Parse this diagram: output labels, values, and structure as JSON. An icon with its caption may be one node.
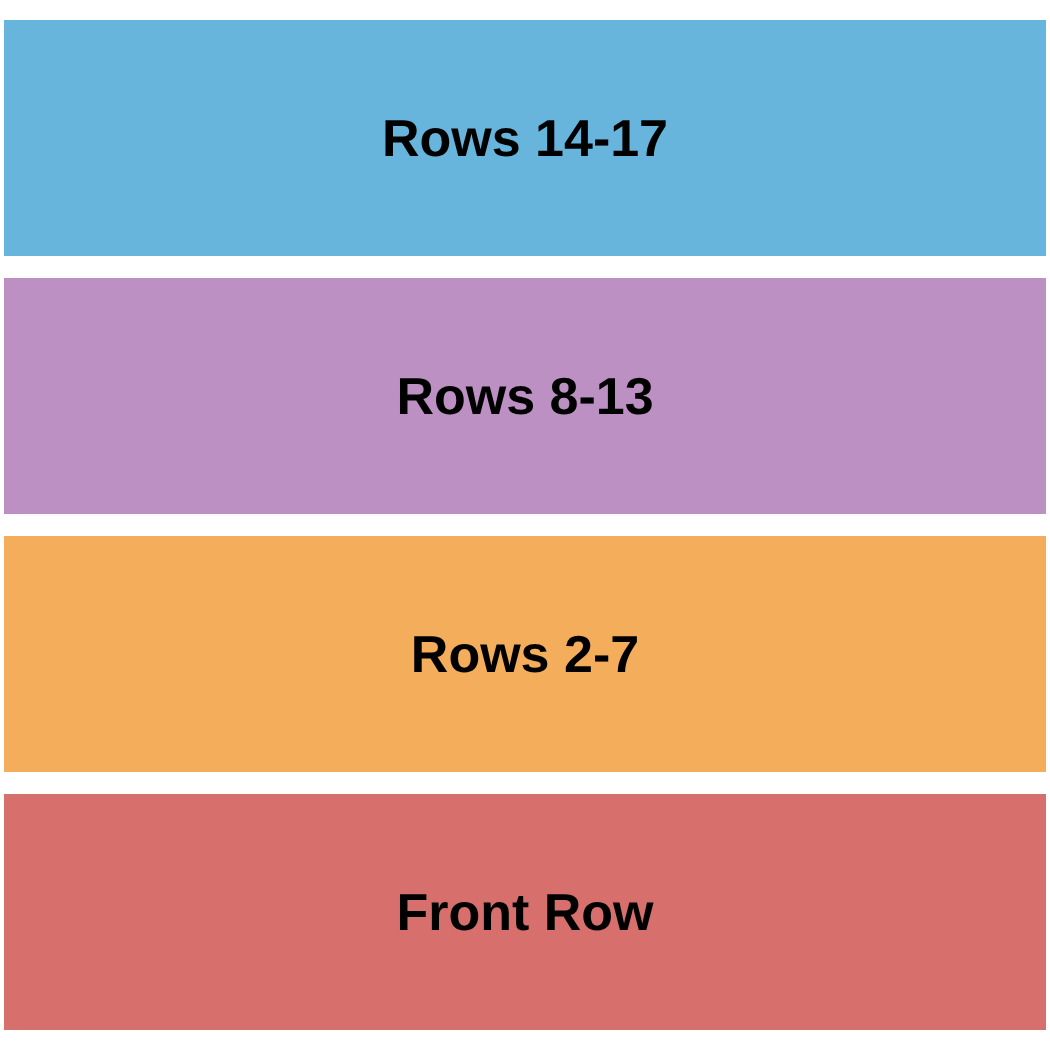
{
  "diagram": {
    "nodes": [
      {
        "text": [
          "Rows 14-17"
        ]
      },
      {
        "text": [
          "Rows 8-13"
        ]
      },
      {
        "text": [
          "Rows 2-7"
        ]
      },
      {
        "text": [
          "Front Row"
        ]
      }
    ]
  }
}
